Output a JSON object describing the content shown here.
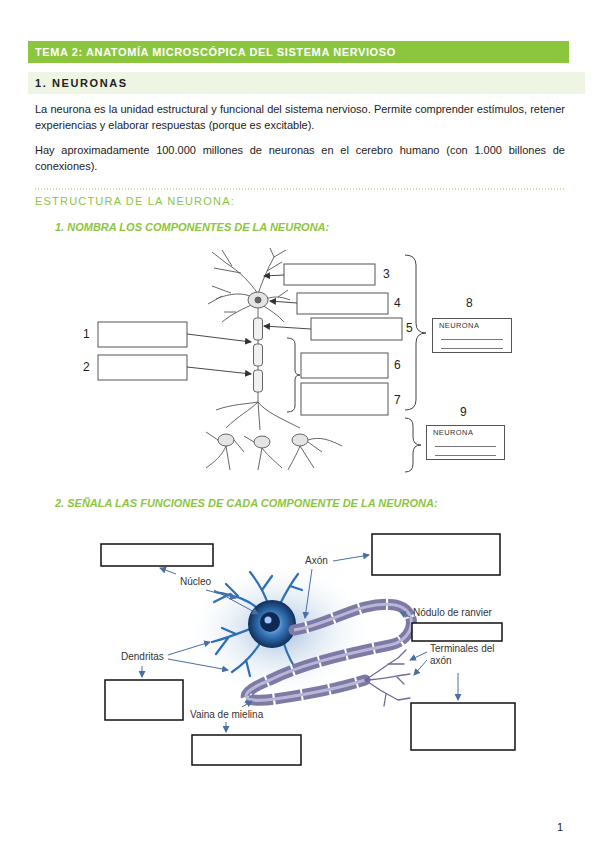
{
  "diagram": {
    "title": "TEMA 2: ANATOMÍA MICROSCÓPICA DEL SISTEMA NERVIOSO",
    "nodes": [
      {
        "text": [
          "1. NEURONAS"
        ]
      },
      {
        "text": [
          "NEURONA"
        ]
      },
      {
        "text": [
          "NEURONA"
        ]
      }
    ],
    "labels": [
      "La neurona es la unidad estructural y funcional del sistema nervioso. Permite comprender estímulos, retener experiencias y elaborar respuestas (porque es excitable).",
      "Hay aproximadamente 100.000 millones de neuronas en el cerebro humano (con 1.000 billones de conexiones).",
      "ESTRUCTURA DE LA NEURONA:",
      "1. NOMBRA LOS COMPONENTES DE LA NEURONA:",
      "3",
      "4",
      "5",
      "1",
      "2",
      "6",
      "7",
      "8",
      "9",
      "2. SEÑALA LAS FUNCIONES DE CADA COMPONENTE DE LA NEURONA:",
      "Núcleo",
      "Axón",
      "Nódulo de ranvier",
      "Dendritas",
      "Terminales del axón",
      "Vaina de mielina",
      "1"
    ]
  }
}
